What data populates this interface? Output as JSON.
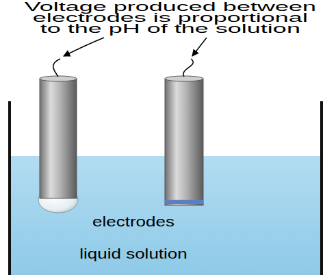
{
  "diagram": {
    "labels": [
      "Voltage produced between electrodes is proportional to the pH of the solution",
      "electrodes",
      "liquid solution"
    ]
  }
}
